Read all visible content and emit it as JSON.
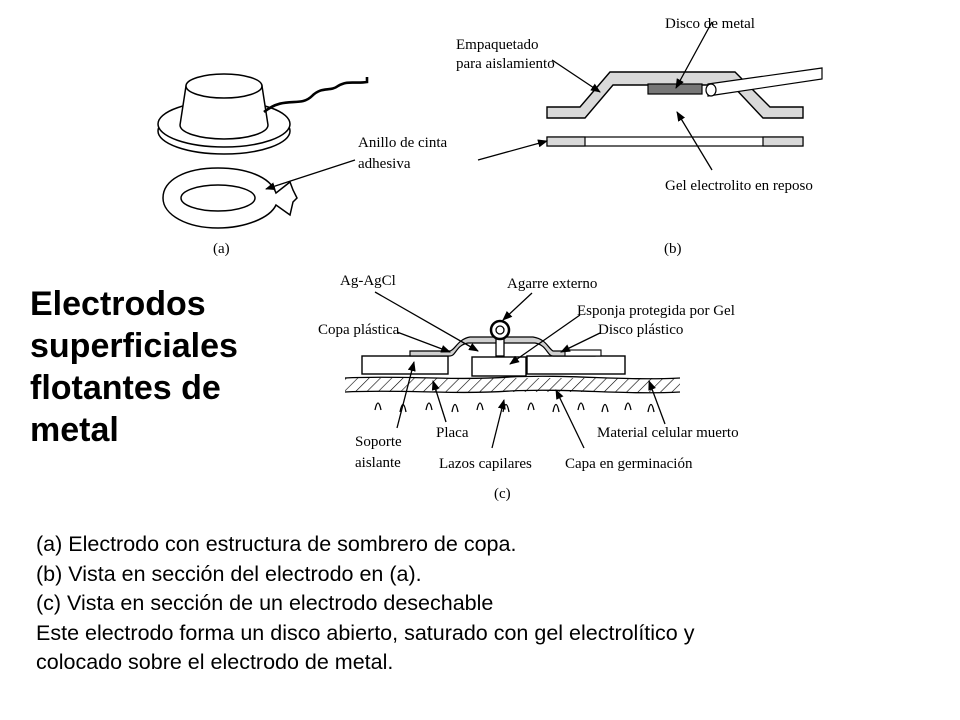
{
  "title": {
    "lines": [
      "Electrodos",
      "superficiales",
      "flotantes de",
      "metal"
    ]
  },
  "panel_a": {
    "label": "(a)",
    "ring_label": [
      "Anillo de cinta",
      "adhesiva"
    ]
  },
  "panel_b": {
    "label": "(b)",
    "disk_label": "Disco de metal",
    "packaging_label": [
      "Empaquetado",
      "para aislamiento"
    ],
    "gel_label": "Gel electrolito en reposo"
  },
  "panel_c": {
    "label": "(c)",
    "agagcl_label": "Ag-AgCl",
    "grip_label": "Agarre externo",
    "sponge_label": "Esponja protegida por Gel",
    "plastic_disk_label": "Disco plástico",
    "plastic_cup_label": "Copa plástica",
    "support_label": [
      "Soporte",
      "aislante"
    ],
    "plate_label": "Placa",
    "capillary_label": "Lazos capilares",
    "germinal_label": "Capa en germinación",
    "dead_cell_label": "Material celular muerto"
  },
  "caption": {
    "lines": [
      "(a) Electrodo con estructura de sombrero de copa.",
      "(b) Vista en sección del electrodo en (a).",
      "(c) Vista en sección de un electrodo desechable",
      "Este electrodo forma un disco abierto, saturado con gel electrolítico y",
      "colocado sobre el electrodo de metal."
    ]
  }
}
